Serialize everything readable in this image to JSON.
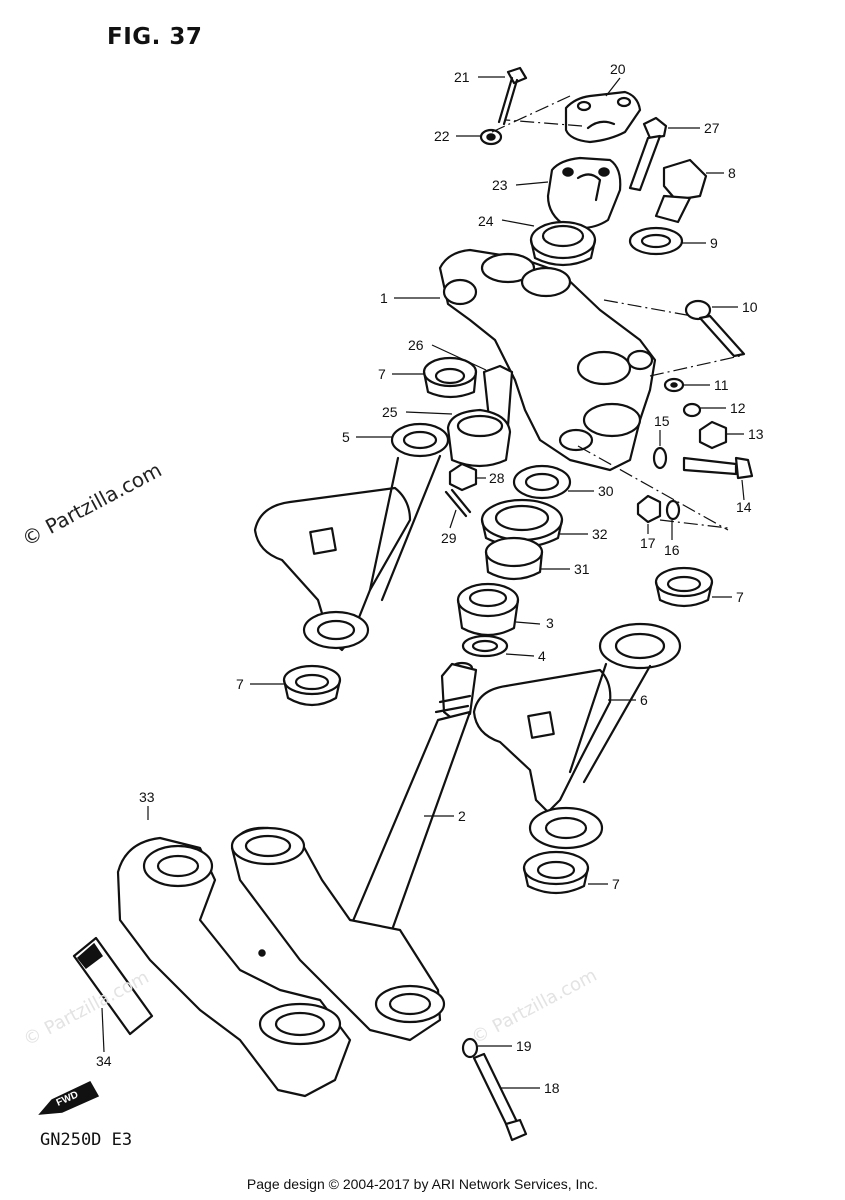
{
  "figure_title": "FIG. 37",
  "model_code": "GN250D E3",
  "watermark_main": "© Partzilla.com",
  "watermark_faint": "© Partzilla.com",
  "footer": "Page design © 2004-2017 by ARI Network Services, Inc.",
  "fwd_mark": "FWD",
  "callouts": [
    "21",
    "20",
    "27",
    "22",
    "23",
    "8",
    "24",
    "9",
    "1",
    "10",
    "26",
    "7",
    "11",
    "12",
    "25",
    "15",
    "13",
    "5",
    "28",
    "30",
    "14",
    "29",
    "32",
    "17",
    "16",
    "31",
    "7",
    "3",
    "4",
    "7",
    "6",
    "33",
    "2",
    "7",
    "19",
    "34",
    "18"
  ]
}
